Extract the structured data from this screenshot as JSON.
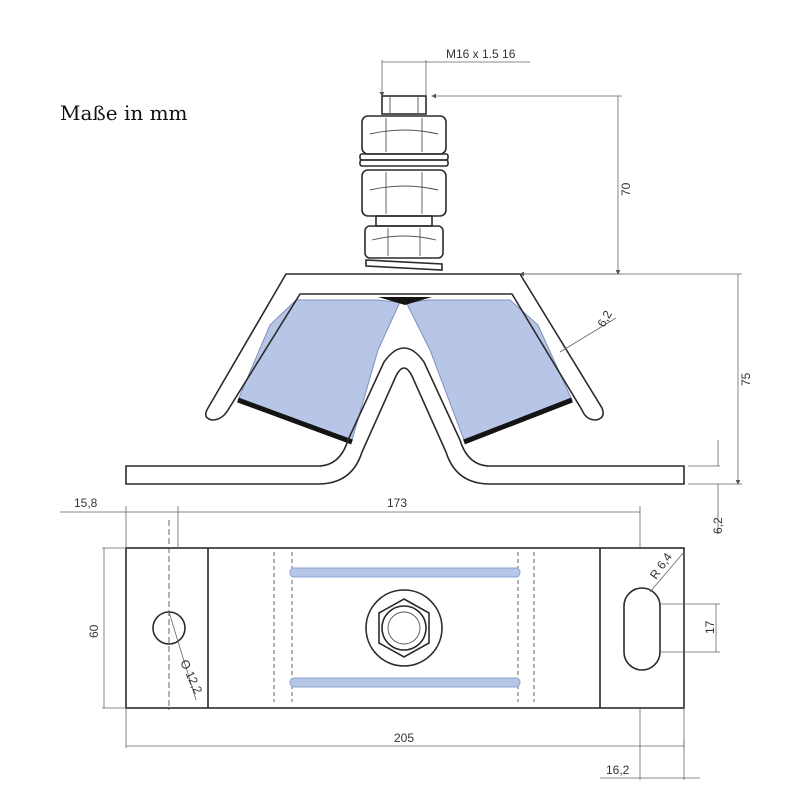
{
  "caption": "Maße in mm",
  "colors": {
    "line": "#2b2b2b",
    "rubber_fill": "#b7c5e6",
    "rubber_stroke": "#7f8fbf",
    "dark_layer": "#141414",
    "dashed_guides": "#8aa4d6"
  },
  "dimensions": {
    "thread": "M16 x 1.5 16",
    "bolt_height": "70",
    "total_height": "75",
    "sheet_thickness_side": "6,2",
    "sheet_thickness_base": "6,2",
    "hole_offset": "15,8",
    "hole_spacing": "173",
    "width": "60",
    "hole_diameter": "O 12,2",
    "slot_radius": "R 6,4",
    "slot_length": "17",
    "total_length": "205",
    "slot_offset": "16,2"
  }
}
